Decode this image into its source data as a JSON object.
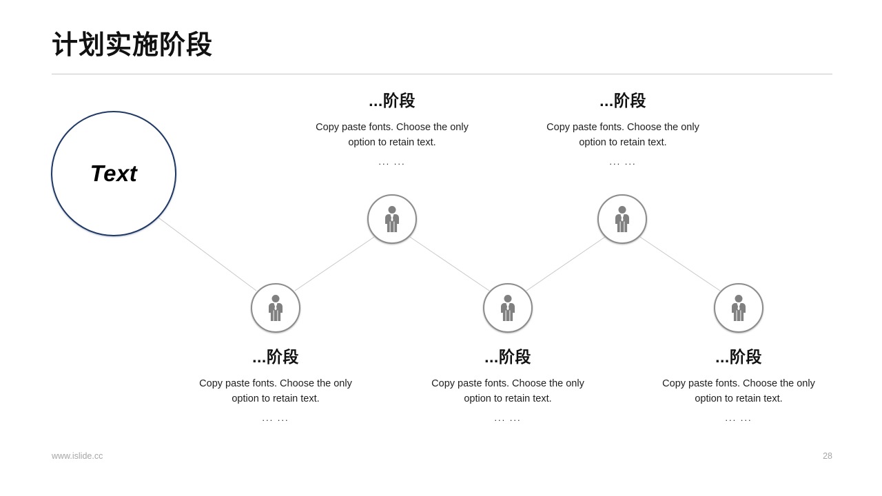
{
  "slide": {
    "title": "计划实施阶段",
    "page_number": "28",
    "website": "www.islide.cc",
    "accent_color": "#1f3864",
    "node_color": "#8c8c8c",
    "line_color": "#c8c8c8"
  },
  "hero": {
    "label": "Text",
    "icon": "circle-outline"
  },
  "stages": [
    {
      "id": "stage-top-1",
      "position": "top",
      "heading": "...阶段",
      "body": "Copy paste fonts. Choose the only option to retain text.",
      "dots": "... ...",
      "icon": "person-businessman-icon"
    },
    {
      "id": "stage-top-2",
      "position": "top",
      "heading": "...阶段",
      "body": "Copy paste fonts. Choose the only option to retain text.",
      "dots": "... ...",
      "icon": "person-businessman-icon"
    },
    {
      "id": "stage-bottom-1",
      "position": "bottom",
      "heading": "...阶段",
      "body": "Copy paste fonts. Choose the only option to retain text.",
      "dots": "... ...",
      "icon": "person-businessman-icon"
    },
    {
      "id": "stage-bottom-2",
      "position": "bottom",
      "heading": "...阶段",
      "body": "Copy paste fonts. Choose the only option to retain text.",
      "dots": "... ...",
      "icon": "person-businessman-icon"
    },
    {
      "id": "stage-bottom-3",
      "position": "bottom",
      "heading": "...阶段",
      "body": "Copy paste fonts. Choose the only option to retain text.",
      "dots": "... ...",
      "icon": "person-businessman-icon"
    }
  ]
}
